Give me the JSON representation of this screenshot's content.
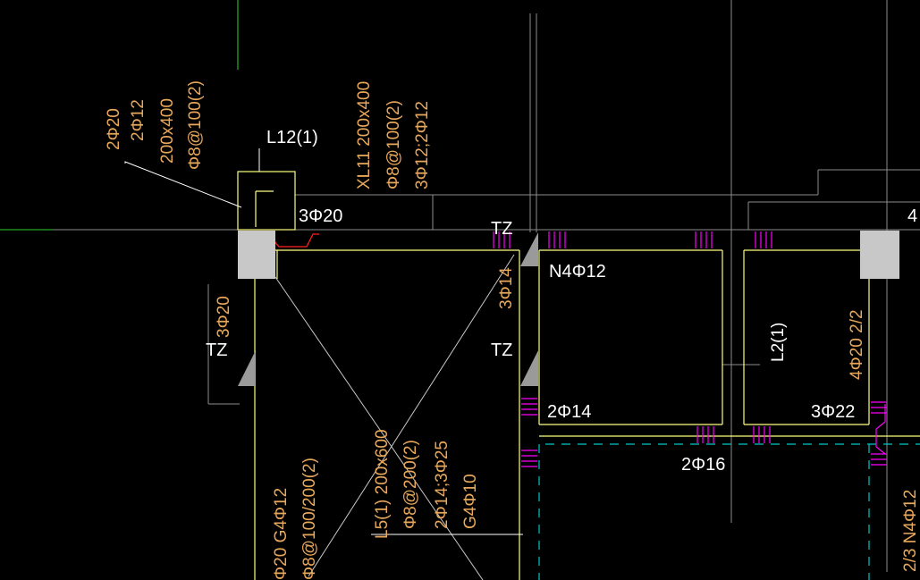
{
  "colors": {
    "background": "#000000",
    "beam_yellow": "#ffff80",
    "line_white": "#c8c8c8",
    "line_grey": "#8c8c8c",
    "label_orange": "#e8a85c",
    "label_white": "#ffffff",
    "magenta": "#ff00ff",
    "cyan": "#00c8c8",
    "green": "#2ed02e",
    "red": "#ff2020",
    "column_fill": "#c8c8c8"
  },
  "labels": {
    "beam_2phi20": "2Φ20",
    "beam_2phi12": "2Φ12",
    "beam_200x400": "200x400",
    "beam_phi8_100_2": "Φ8@100(2)",
    "l12": "L12(1)",
    "xl11_title": "XL11 200x400",
    "xl11_stirrup": "Φ8@100(2)",
    "xl11_bars": "3Φ12;2Φ12",
    "bar_3phi20_top": "3Φ20",
    "tz_top": "TZ",
    "n4phi12_top": "N4Φ12",
    "bar_3phi14": "3Φ14",
    "bar_3phi20_left": "3Φ20",
    "tz_left": "TZ",
    "tz_mid": "TZ",
    "l2_1": "L2(1)",
    "bar_4phi20_22": "4Φ20 2/2",
    "bar_2phi14": "2Φ14",
    "bar_3phi22": "3Φ22",
    "bar_2phi16": "2Φ16",
    "l5_title": "L5(1) 200x600",
    "l5_stirrup": "Φ8@200(2)",
    "l5_bars": "2Φ14;3Φ25",
    "l5_g4": "G4Φ10",
    "left_g4": "Φ20 G4Φ12",
    "left_stirrup": "Φ8@100/200(2)",
    "right_n4": "2/3 N4Φ12",
    "edge_4": "4"
  }
}
